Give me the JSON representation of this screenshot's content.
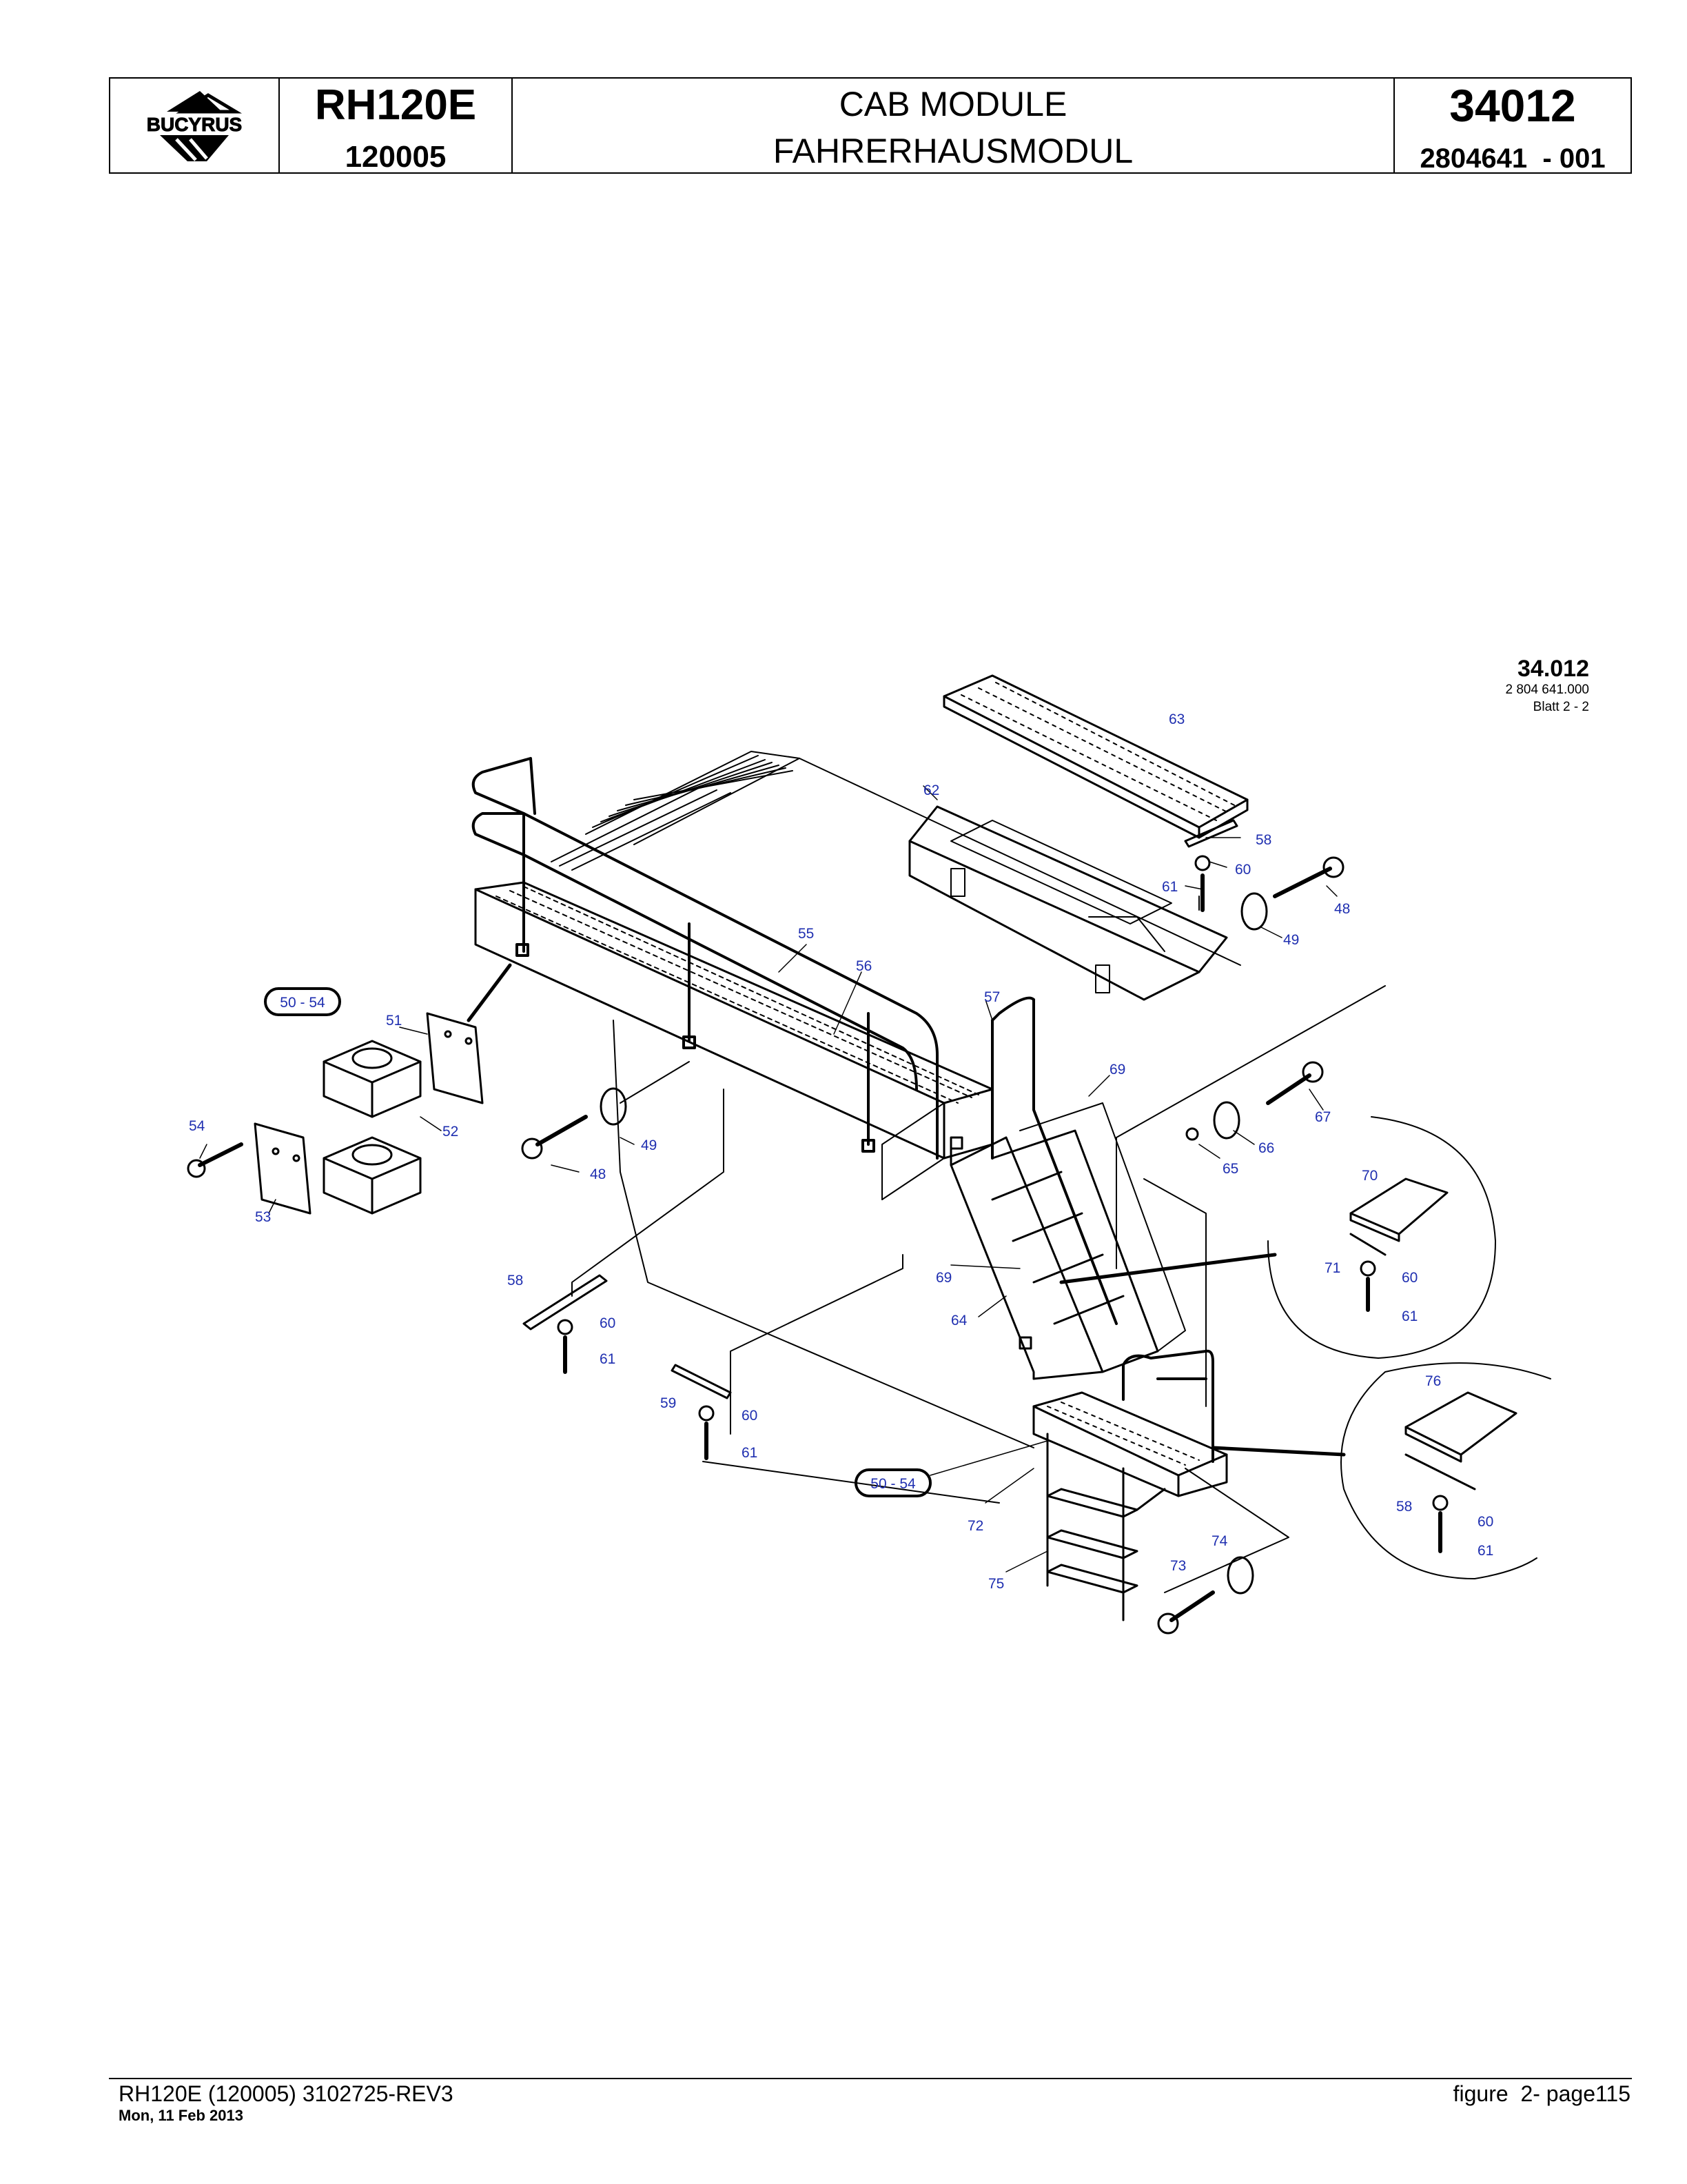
{
  "header": {
    "logo_text": "BUCYRUS",
    "model": "RH120E",
    "serial": "120005",
    "title_en": "CAB MODULE",
    "title_de": "FAHRERHAUSMODUL",
    "sheet_number": "34012",
    "document_number": "2804641  - 001"
  },
  "sheet_reference": {
    "number": "34.012",
    "drawing_no": "2 804 641.000",
    "sheet": "Blatt 2 - 2"
  },
  "callouts": {
    "c63": "63",
    "c62": "62",
    "c58a": "58",
    "c60a": "60",
    "c61a": "61",
    "c48a": "48",
    "c49a": "49",
    "c55": "55",
    "c56": "56",
    "c57": "57",
    "c69a": "69",
    "c67": "67",
    "c66": "66",
    "c65": "65",
    "c51": "51",
    "c52": "52",
    "c54": "54",
    "c53": "53",
    "c49b": "49",
    "c48b": "48",
    "c58b": "58",
    "c60b": "60",
    "c61b": "61",
    "c59": "59",
    "c60c": "60",
    "c61c": "61",
    "c69b": "69",
    "c64": "64",
    "c72": "72",
    "c75": "75",
    "c73": "73",
    "c74": "74",
    "c70": "70",
    "c71": "71",
    "c60d": "60",
    "c61d": "61",
    "c76": "76",
    "c58c": "58",
    "c60e": "60",
    "c61e": "61",
    "range1": "50  -  54",
    "range2": "50  -  54"
  },
  "footer": {
    "left": "RH120E (120005) 3102725-REV3",
    "date": "Mon, 11 Feb 2013",
    "right": "figure  2- page115"
  }
}
